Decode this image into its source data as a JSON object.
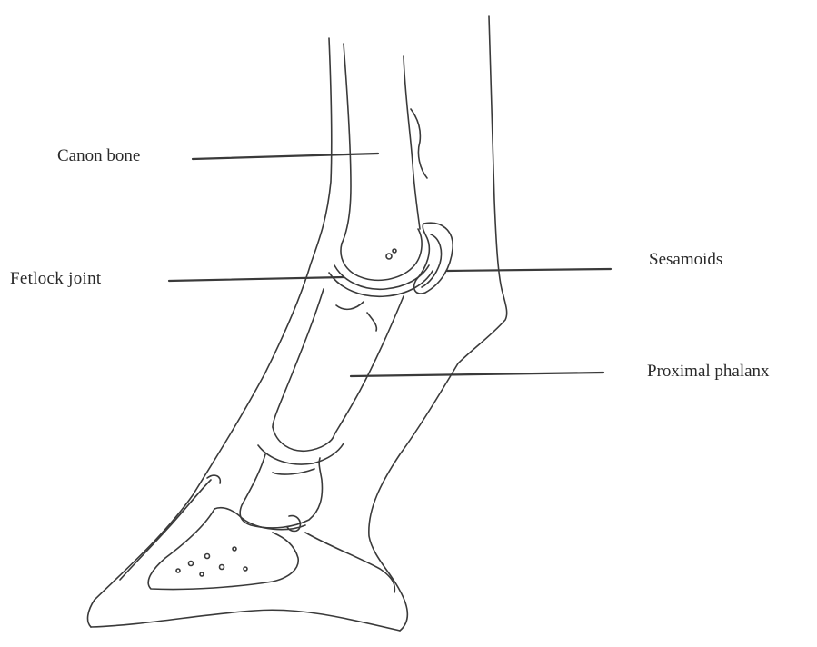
{
  "labels": {
    "canon_bone": "Canon bone",
    "fetlock_joint": "Fetlock  joint",
    "sesamoids": "Sesamoids",
    "proximal_phalanx": "Proximal phalanx"
  },
  "colors": {
    "line": "#3a3a3a",
    "text": "#2a2a2a",
    "background": "#ffffff"
  }
}
